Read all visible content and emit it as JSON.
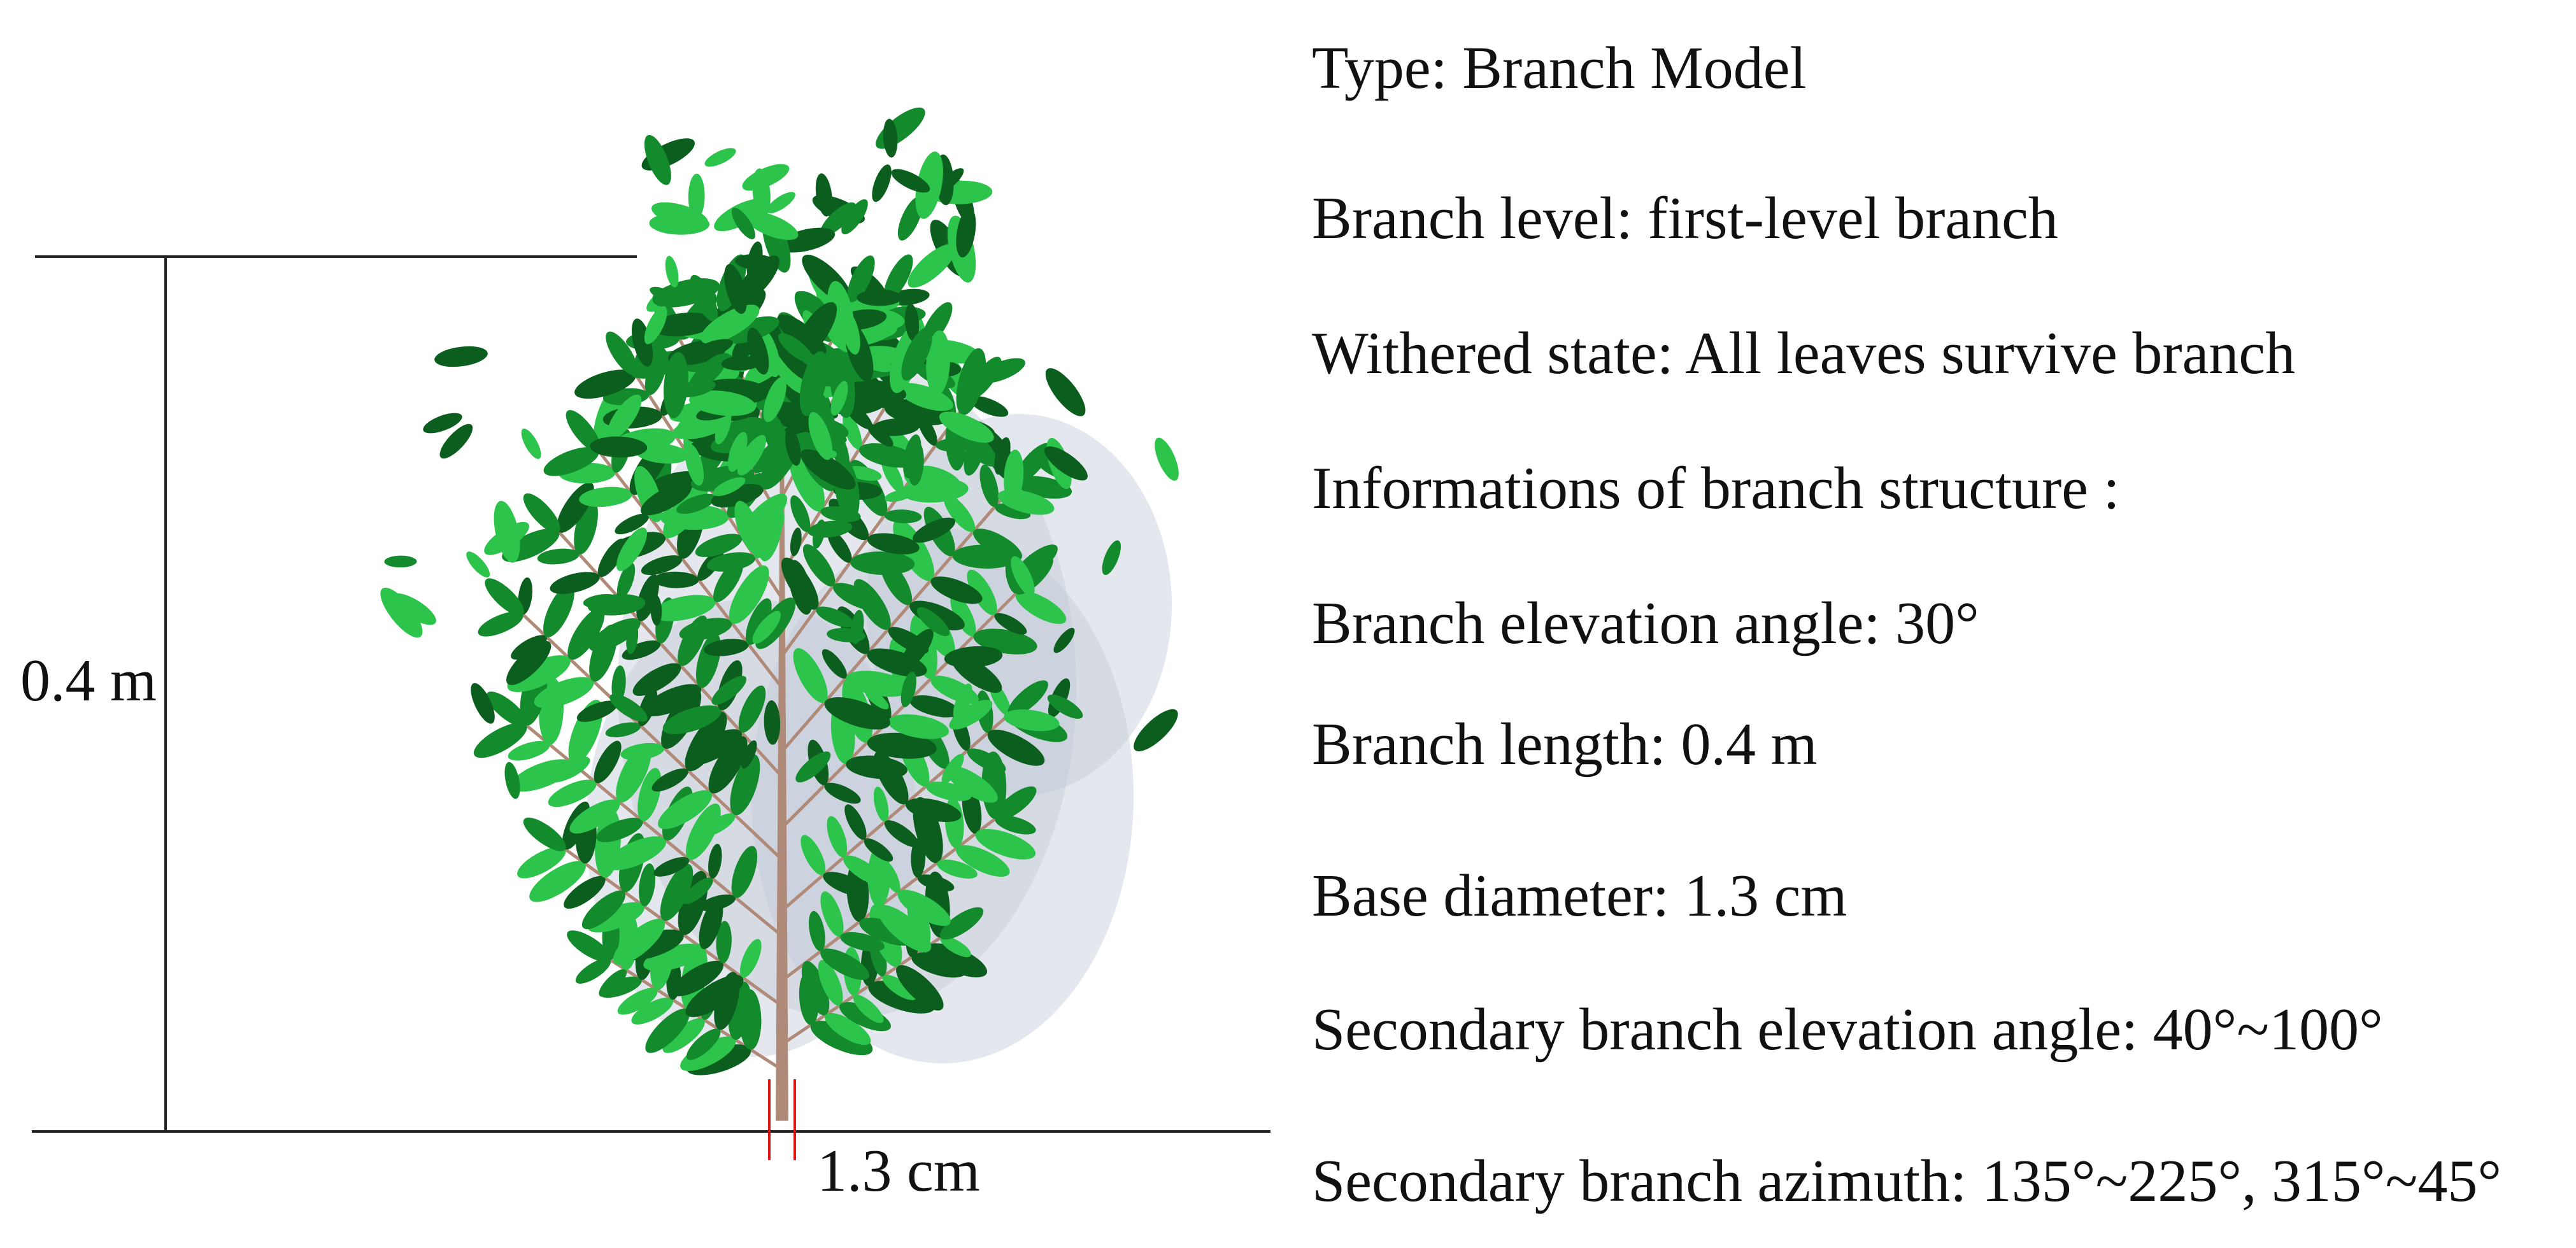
{
  "figure": {
    "height_label": "0.4 m",
    "diameter_label": "1.3 cm",
    "colors": {
      "leaf_dark": "#0b5e1d",
      "leaf_mid": "#138a2c",
      "leaf_light": "#2cc44a",
      "branch": "#b08a78",
      "shadow": "#c4cad6",
      "diameter_marker": "#e01414",
      "dimension_line": "#222222"
    }
  },
  "info": [
    {
      "text": "Type: Branch Model"
    },
    {
      "text": "Branch level: first-level branch"
    },
    {
      "text": "Withered state: All leaves survive branch"
    },
    {
      "text": "Informations of branch structure :"
    },
    {
      "text": "Branch elevation angle: 30°"
    },
    {
      "text": "Branch length: 0.4 m"
    },
    {
      "text": "Base diameter: 1.3 cm"
    },
    {
      "text": "Secondary branch elevation angle: 40°~100°"
    },
    {
      "text": "Secondary branch azimuth: 135°~225°, 315°~45°"
    }
  ]
}
